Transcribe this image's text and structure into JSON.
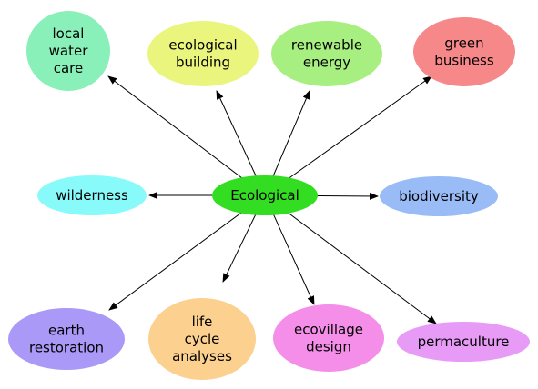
{
  "center": {
    "label": "Ecological",
    "color": "#33dd22"
  },
  "nodes": [
    {
      "id": "local-water-care",
      "lines": [
        "local",
        "water",
        "care"
      ],
      "color": "#88f0b8"
    },
    {
      "id": "ecological-building",
      "lines": [
        "ecological",
        "building"
      ],
      "color": "#eaf57e"
    },
    {
      "id": "renewable-energy",
      "lines": [
        "renewable",
        "energy"
      ],
      "color": "#a6ef80"
    },
    {
      "id": "green-business",
      "lines": [
        "green",
        "business"
      ],
      "color": "#f6888a"
    },
    {
      "id": "wilderness",
      "lines": [
        "wilderness"
      ],
      "color": "#88fafa"
    },
    {
      "id": "biodiversity",
      "lines": [
        "biodiversity"
      ],
      "color": "#99bbf6"
    },
    {
      "id": "earth-restoration",
      "lines": [
        "earth",
        "restoration"
      ],
      "color": "#aa99f6"
    },
    {
      "id": "life-cycle-analyses",
      "lines": [
        "life",
        "cycle",
        "analyses"
      ],
      "color": "#fcd08e"
    },
    {
      "id": "ecovillage-design",
      "lines": [
        "ecovillage",
        "design"
      ],
      "color": "#f48ee8"
    },
    {
      "id": "permaculture",
      "lines": [
        "permaculture"
      ],
      "color": "#e79af6"
    }
  ],
  "edge_color": "#000000"
}
